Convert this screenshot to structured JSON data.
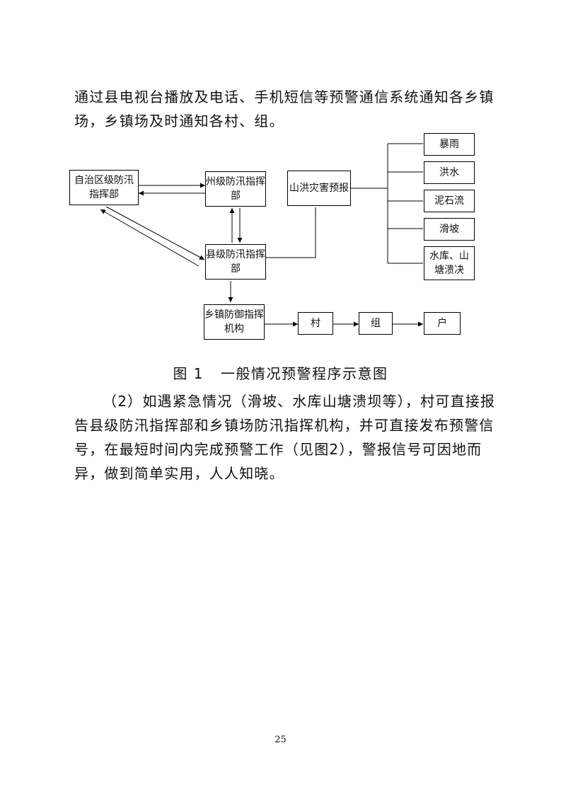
{
  "paragraphs": {
    "p1": "通过县电视台播放及电话、手机短信等预警通信系统通知各乡镇场，乡镇场及时通知各村、组。",
    "p2": "（2）如遇紧急情况（滑坡、水库山塘溃坝等），村可直接报告县级防汛指挥部和乡镇场防汛指挥机构，并可直接发布预警信号，在最短时间内完成预警工作（见图2），警报信号可因地而异，做到简单实用，人人知晓。"
  },
  "diagram": {
    "autonomous_region_hq": "自治区级防汛指挥部",
    "prefecture_hq": "州级防汛指挥部",
    "county_hq": "县级防汛指挥部",
    "township_hq": "乡镇防御指挥机构",
    "flood_warning": "山洪灾害预报",
    "village": "村",
    "group": "组",
    "household": "户",
    "hazards": [
      "暴雨",
      "洪水",
      "泥石流",
      "滑坡",
      "水库、山塘溃决"
    ]
  },
  "caption": {
    "number": "图 1",
    "title": "一般情况预警程序示意图"
  },
  "page_number": "25"
}
